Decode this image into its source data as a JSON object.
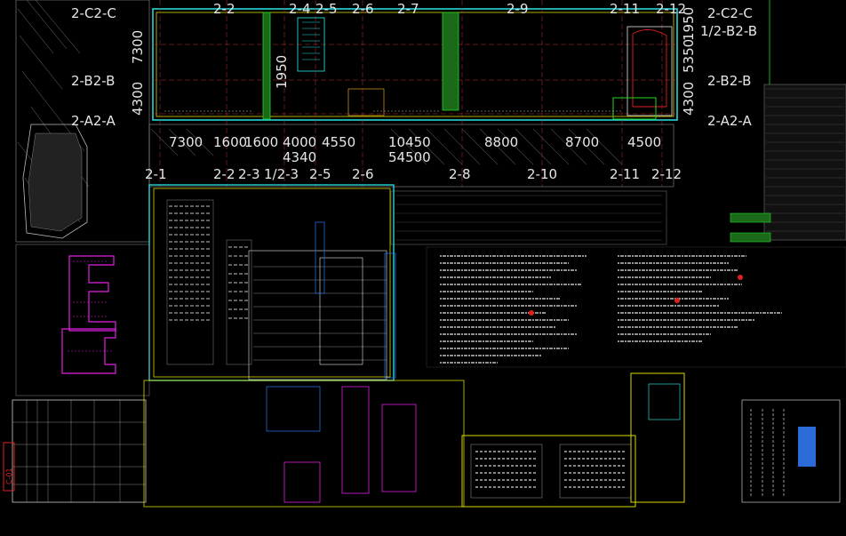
{
  "colors": {
    "background": "#000000",
    "wall_yellow": "#d8d800",
    "wall_cyan": "#25d6d6",
    "green": "#22d822",
    "magenta": "#e020e0",
    "white": "#e6e6e6",
    "grid_red": "#c03030",
    "grey": "#8a8a8a",
    "blue": "#2a6bd8"
  },
  "axis_labels": {
    "top_row": [
      "2-C2-C",
      "2-2",
      "2-4",
      "2-5",
      "2-6",
      "2-7",
      "2-9",
      "2-11",
      "2-12",
      "2-C2-C"
    ],
    "left_rows": [
      "2-C2-C",
      "2-B2-B",
      "2-A2-A"
    ],
    "right_rows": [
      "1/2-B2-B",
      "2-B2-B",
      "2-A2-A"
    ],
    "bottom_row": [
      "2-1",
      "2-2",
      "2-3",
      "1/2-3",
      "2-5",
      "2-6",
      "2-8",
      "2-10",
      "2-11",
      "2-12"
    ]
  },
  "dimensions": {
    "spans": [
      "7300",
      "1600",
      "1600",
      "4000",
      "4550",
      "10450",
      "8800",
      "8700",
      "4500"
    ],
    "left_vertical": [
      "7300",
      "4300"
    ],
    "right_vertical": [
      "5350",
      "1950",
      "4300"
    ],
    "center_small": [
      "1950",
      "4340"
    ],
    "total": "54500"
  },
  "title_block": {
    "stamp": "C-01"
  }
}
